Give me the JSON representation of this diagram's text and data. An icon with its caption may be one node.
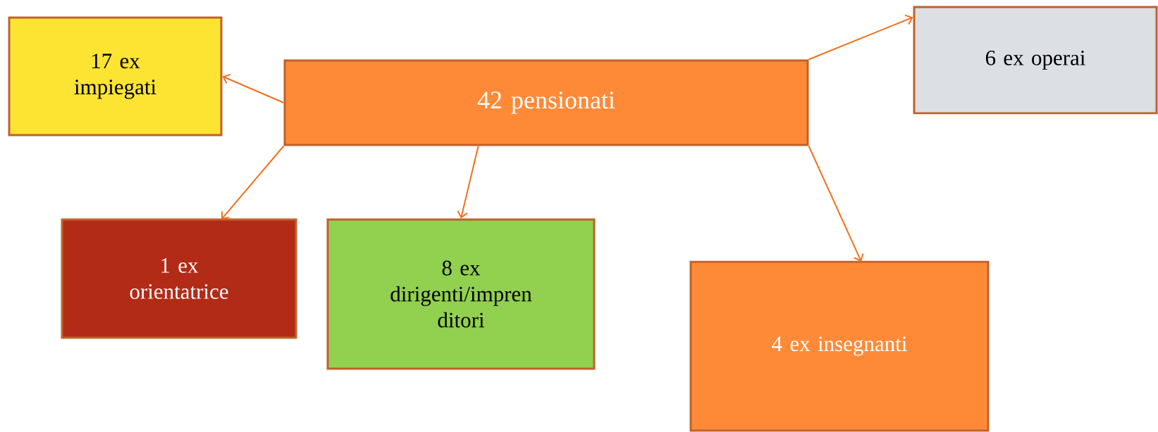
{
  "diagram": {
    "nodes": [
      {
        "text": [
          "42 pensionati"
        ]
      },
      {
        "text": [
          "17 ex impiegati"
        ]
      },
      {
        "text": [
          "6 ex operai"
        ]
      },
      {
        "text": [
          "1 ex orientatrice"
        ]
      },
      {
        "text": [
          "8 ex dirigenti/impren ditori"
        ]
      },
      {
        "text": [
          "4 ex insegnanti"
        ]
      }
    ],
    "edges": [
      {
        "from": 0,
        "to": 1,
        "arrow": "to"
      },
      {
        "from": 0,
        "to": 2,
        "arrow": "to"
      },
      {
        "from": 0,
        "to": 3,
        "arrow": "to"
      },
      {
        "from": 0,
        "to": 4,
        "arrow": "to"
      },
      {
        "from": 0,
        "to": 5,
        "arrow": "to"
      }
    ]
  }
}
